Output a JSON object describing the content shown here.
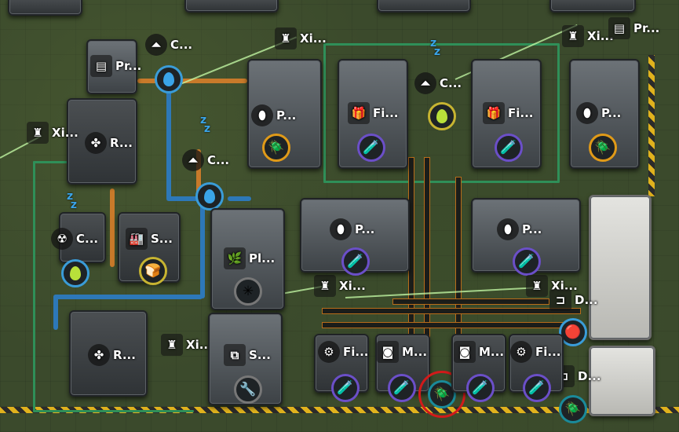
{
  "colors": {
    "ground": "#3b4a2c",
    "belt_edge": "#b86c1a",
    "water_pipe": "#2d78b8",
    "hazard": "#e0b21d",
    "wire": "#2f8f58",
    "alert_ring": "#d11a1a"
  },
  "labels": {
    "pr_top": "Pr...",
    "pr_right": "Pr...",
    "c_top": "C...",
    "c_mid": "C...",
    "c_mid2": "C...",
    "c_left": "C...",
    "xi_top": "Xi...",
    "xi_right": "Xi...",
    "xi_left": "Xi...",
    "xi_mid": "Xi...",
    "xi_mid2": "Xi...",
    "xi_low": "Xi...",
    "r_top": "R...",
    "r_low": "R...",
    "p1": "P...",
    "fi1": "Fi...",
    "fi2": "Fi...",
    "p2": "P...",
    "p3": "P...",
    "p4": "P...",
    "s1": "S...",
    "pl": "Pl...",
    "s2": "S...",
    "fi3": "Fi...",
    "m1": "M...",
    "m2": "M...",
    "fi4": "Fi...",
    "d1": "D...",
    "d2": "D..."
  },
  "icons": {
    "water": "water-drop-icon",
    "acid": "green-drop-icon",
    "pump": "pump-icon",
    "sleep": "zzz-sleep-icon",
    "pole": "power-pole-icon",
    "recipe": "recipe-icon",
    "reactor": "reactor-icon",
    "fuel": "fuel-cell-icon",
    "bug": "biter-egg-icon"
  }
}
